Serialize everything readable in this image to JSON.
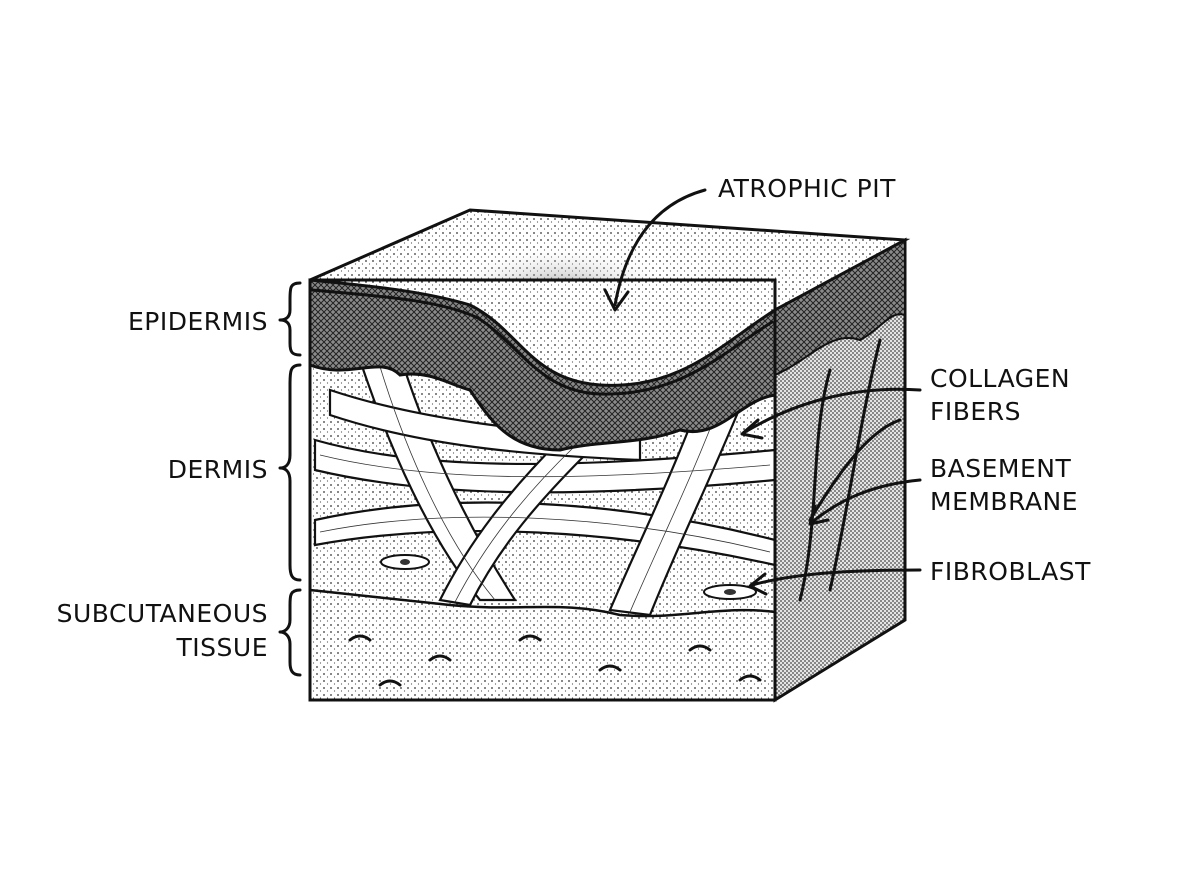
{
  "labels": {
    "atrophic_pit": "ATROPHIC PIT",
    "epidermis": "EPIDERMIS",
    "dermis": "DERMIS",
    "subcutaneous_line1": "SUBCUTANEOUS",
    "subcutaneous_line2": "TISSUE",
    "collagen_line1": "COLLAGEN",
    "collagen_line2": "FIBERS",
    "basement_line1": "BASEMENT",
    "basement_line2": "MEMBRANE",
    "fibroblast": "FIBROBLAST"
  }
}
